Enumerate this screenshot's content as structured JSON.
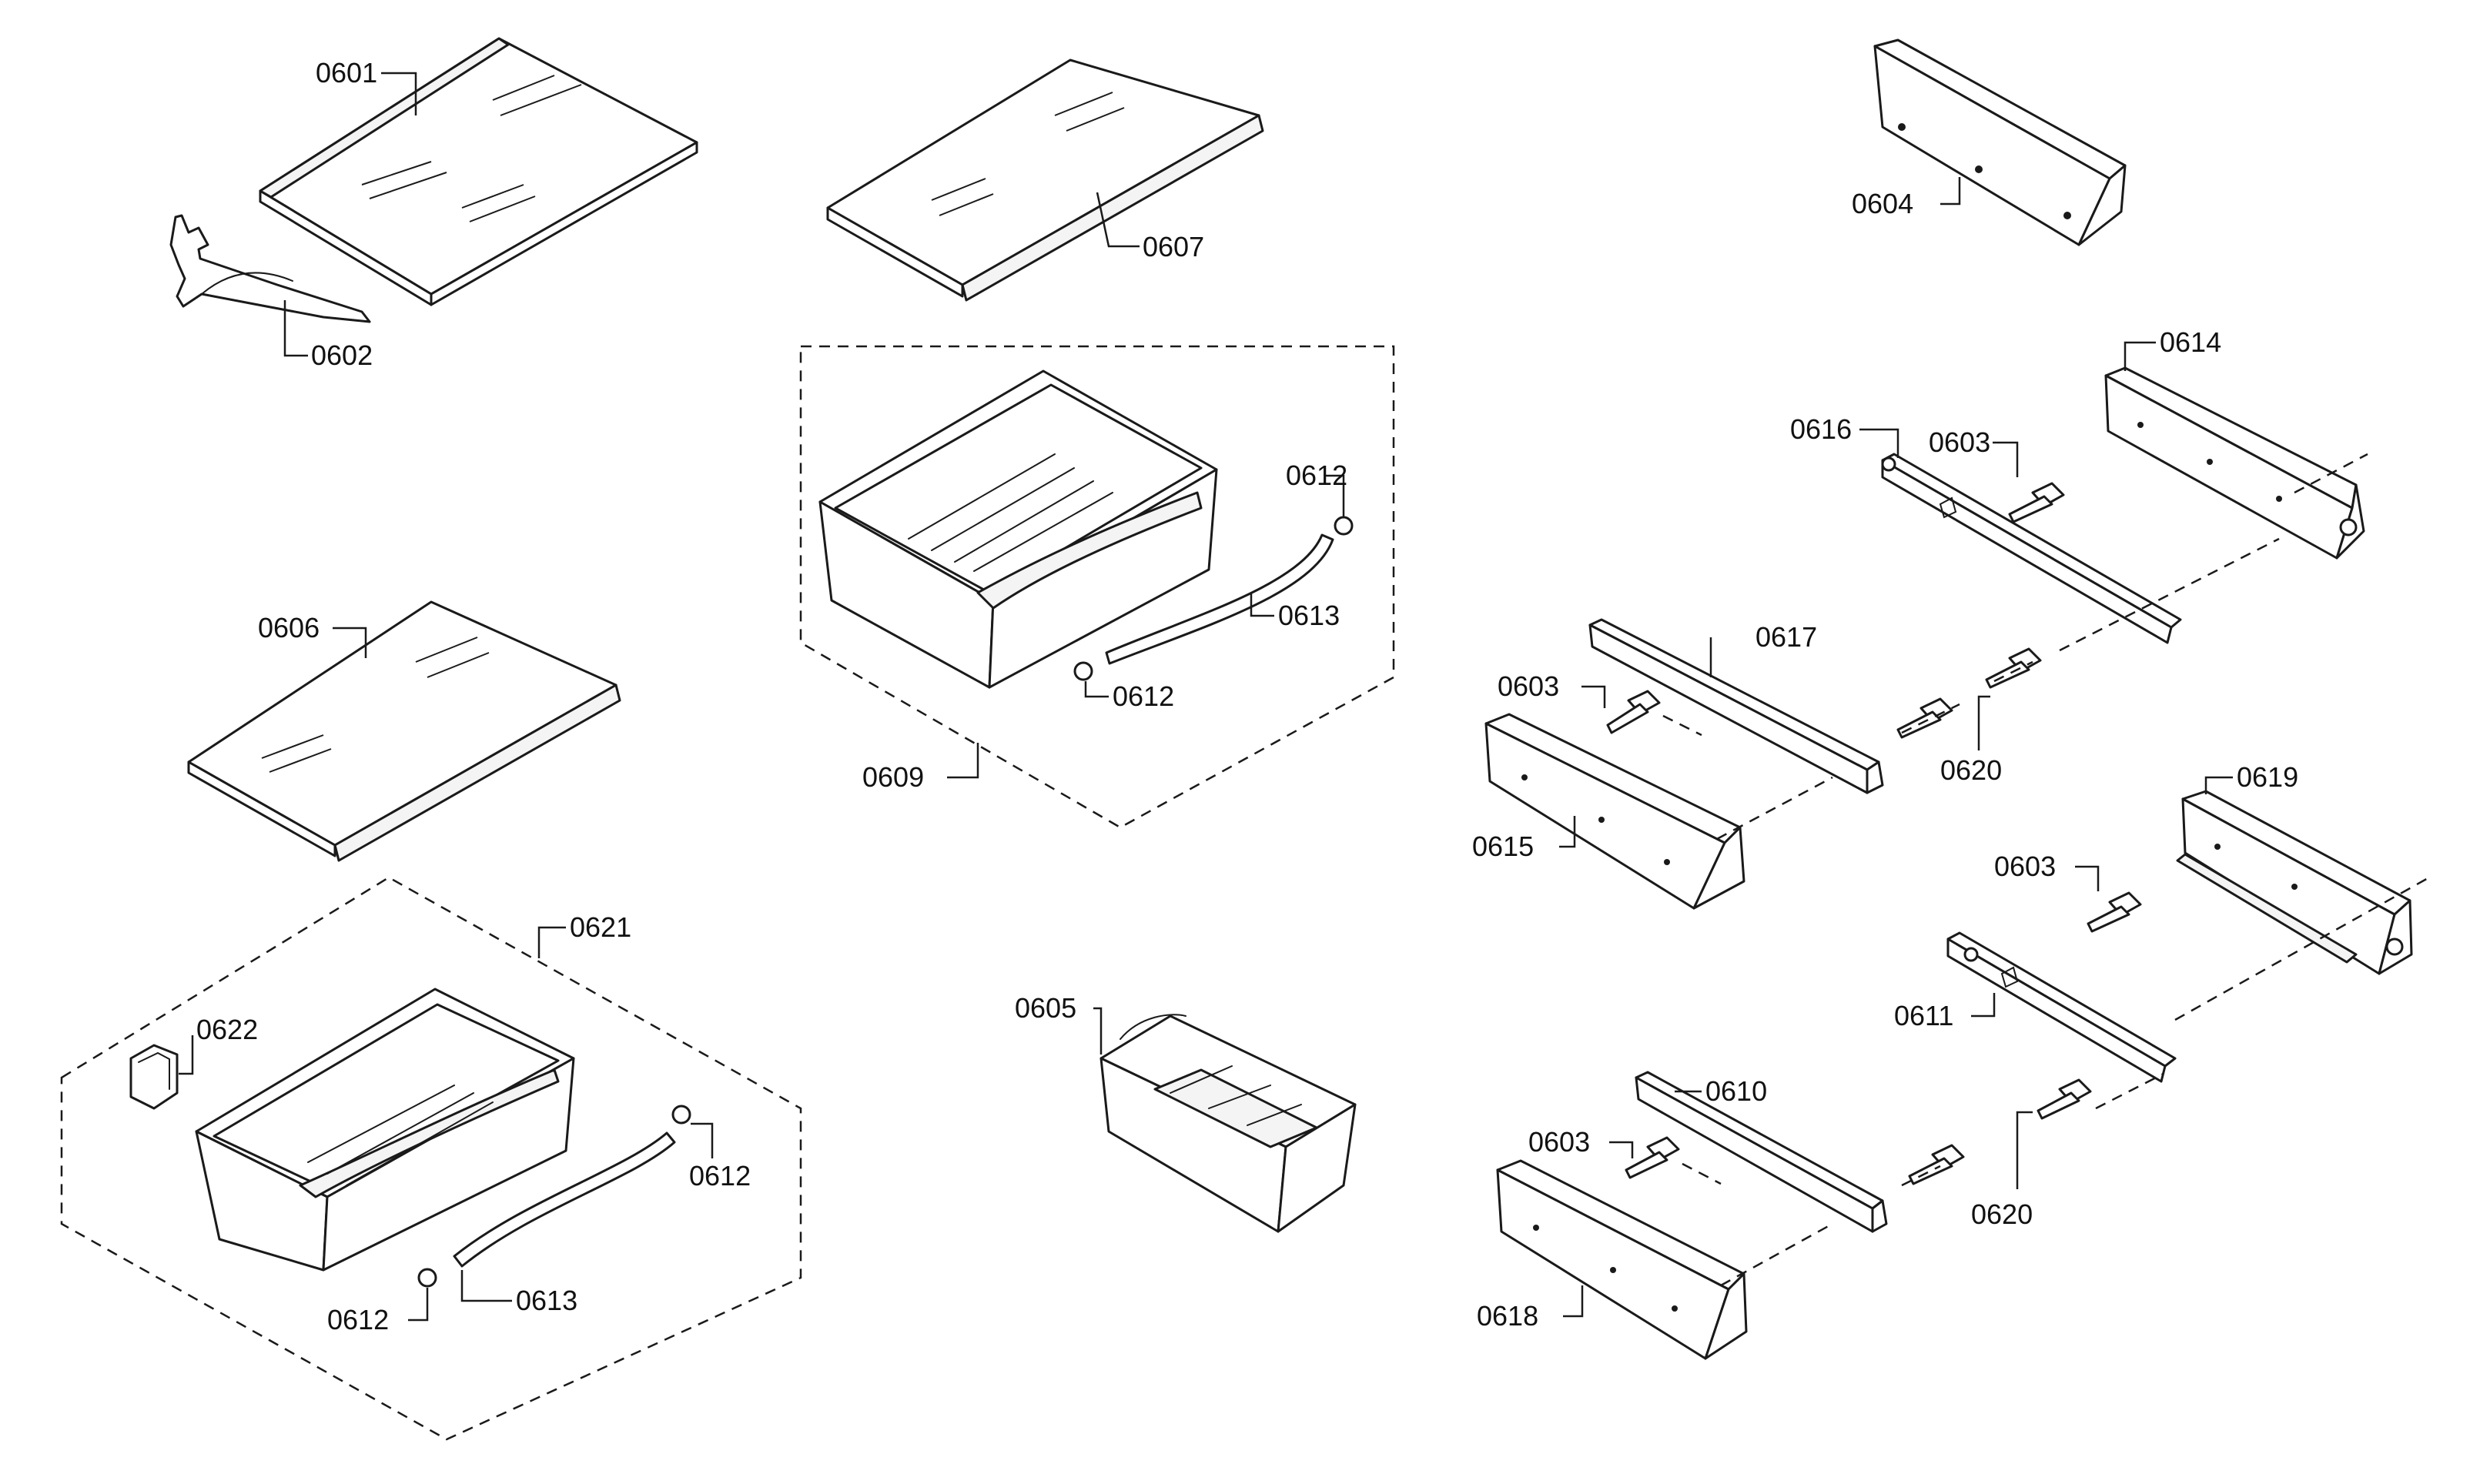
{
  "labels": {
    "p0601": "0601",
    "p0602": "0602",
    "p0603a": "0603",
    "p0603b": "0603",
    "p0603c": "0603",
    "p0603d": "0603",
    "p0604": "0604",
    "p0605": "0605",
    "p0606": "0606",
    "p0607": "0607",
    "p0609": "0609",
    "p0610": "0610",
    "p0611": "0611",
    "p0612a": "0612",
    "p0612b": "0612",
    "p0612c": "0612",
    "p0612d": "0612",
    "p0613a": "0613",
    "p0613b": "0613",
    "p0614": "0614",
    "p0615": "0615",
    "p0616": "0616",
    "p0617": "0617",
    "p0618": "0618",
    "p0619": "0619",
    "p0620a": "0620",
    "p0620b": "0620",
    "p0621": "0621",
    "p0622": "0622"
  },
  "colors": {
    "line": "#1a1a1a",
    "background": "#ffffff"
  }
}
